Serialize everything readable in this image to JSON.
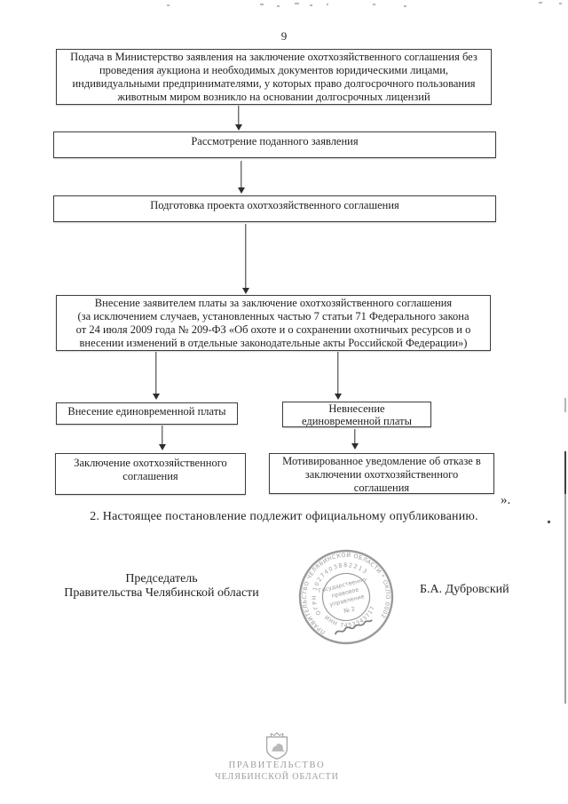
{
  "page": {
    "number": "9",
    "closing_quote": "».",
    "paragraph_2": "2. Настоящее постановление подлежит официальному опубликованию."
  },
  "flowchart": {
    "submission": "Подача в Министерство заявления на заключение охотхозяйственного соглашения без\nпроведения аукциона и необходимых документов юридическими лицами,\nиндивидуальными предпринимателями, у которых право долгосрочного пользования\nживотным миром возникло на основании долгосрочных лицензий",
    "review": "Рассмотрение поданного заявления",
    "draft": "Подготовка проекта охотхозяйственного соглашения",
    "payment": "Внесение заявителем платы за заключение охотхозяйственного соглашения\n(за исключением случаев, установленных частью 7 статьи 71 Федерального закона\nот 24 июля 2009 года № 209-ФЗ «Об охоте и о сохранении охотничьих ресурсов и о\nвнесении изменений в отдельные законодательные акты Российской Федерации»)",
    "payment_made": "Внесение единовременной платы",
    "payment_not_made": "Невнесение\nединовременной платы",
    "agreement_concluded": "Заключение охотхозяйственного\nсоглашения",
    "refusal_notice": "Мотивированное уведомление об отказе в\nзаключении охотхозяйственного\nсоглашения"
  },
  "signature": {
    "position": "Председатель\nПравительства Челябинской области",
    "name": "Б.А. Дубровский"
  },
  "stamp": {
    "outer_ring": "ПРАВИТЕЛЬСТВО ЧЕЛЯБИНСКОЙ ОБЛАСТИ * ОКПО 0002243",
    "ogrn": "ОГРН 1027403882213",
    "inn": "ИНН 7453343717",
    "center_lines": [
      "Государственно-",
      "правовое",
      "управление",
      "№ 2"
    ]
  },
  "footer": {
    "org_line1": "ПРАВИТЕЛЬСТВО",
    "org_line2": "ЧЕЛЯБИНСКОЙ ОБЛАСТИ"
  },
  "colors": {
    "ink": "#1f1f1f",
    "box_border": "#3d3d3d",
    "stamp_gray": "#8d8d8d",
    "footer_gray": "#9d9d9d"
  }
}
